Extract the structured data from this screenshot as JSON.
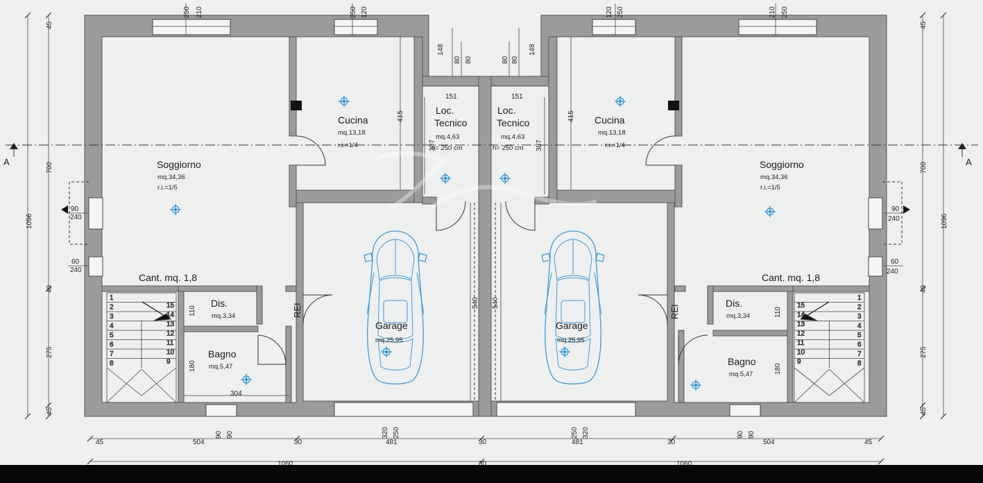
{
  "section_marks": {
    "left": "A",
    "right": "A"
  },
  "rooms": {
    "soggiorno_left": {
      "name": "Soggiorno",
      "area": "mq.34,36",
      "ri": "r.i.=1/5"
    },
    "soggiorno_right": {
      "name": "Soggiorno",
      "area": "mq.34,36",
      "ri": "r.i.=1/5"
    },
    "cucina_left": {
      "name": "Cucina",
      "area": "mq.13,18",
      "ri": "r.i.=1/4"
    },
    "cucina_right": {
      "name": "Cucina",
      "area": "mq.13,18",
      "ri": "r.i.=1/4"
    },
    "loc_left": {
      "name1": "Loc.",
      "name2": "Tecnico",
      "area": "mq.4,63",
      "h": "h= 250 cm"
    },
    "loc_right": {
      "name1": "Loc.",
      "name2": "Tecnico",
      "area": "mq.4,63",
      "h": "h= 250 cm"
    },
    "garage_left": {
      "name": "Garage",
      "area": "mq.25,95"
    },
    "garage_right": {
      "name": "Garage",
      "area": "mq.25,95"
    },
    "cant_left": {
      "name": "Cant. mq. 1,8"
    },
    "cant_right": {
      "name": "Cant. mq. 1,8"
    },
    "dis_left": {
      "name": "Dis.",
      "area": "mq.3,34"
    },
    "dis_right": {
      "name": "Dis.",
      "area": "mq.3,34"
    },
    "bagno_left": {
      "name": "Bagno",
      "area": "mq.5,47"
    },
    "bagno_right": {
      "name": "Bagno",
      "area": "mq.5,47"
    },
    "rei": "REI"
  },
  "dims": {
    "top": [
      "250",
      "210",
      "250",
      "120",
      "148",
      "80",
      "80",
      "80",
      "80",
      "148",
      "120",
      "250",
      "210",
      "250"
    ],
    "loc_width": "151",
    "loc_h": "307",
    "cucina_h": "415",
    "garage_h": "540",
    "left_outer": [
      "45",
      "700",
      "1096",
      "40",
      "275",
      "45"
    ],
    "right_outer": [
      "45",
      "700",
      "1096",
      "40",
      "275",
      "45"
    ],
    "window_side": [
      "90",
      "240",
      "60",
      "240"
    ],
    "stair_side": [
      "110",
      "180"
    ],
    "bagno_w": "304",
    "bottom_windows": [
      "90",
      "90",
      "320",
      "250",
      "250",
      "320",
      "90",
      "90"
    ],
    "bottom_row": [
      "45",
      "504",
      "30",
      "481",
      "30",
      "481",
      "30",
      "504",
      "45"
    ],
    "total_row": [
      "1060",
      "30",
      "1060"
    ],
    "stairs_left": [
      "1",
      "2",
      "3",
      "4",
      "5",
      "6",
      "7",
      "8",
      "9",
      "10",
      "11",
      "12",
      "13",
      "14",
      "15"
    ],
    "stairs_right": [
      "1",
      "2",
      "3",
      "4",
      "5",
      "6",
      "7",
      "8",
      "9",
      "10",
      "11",
      "12",
      "13",
      "14",
      "15"
    ]
  }
}
